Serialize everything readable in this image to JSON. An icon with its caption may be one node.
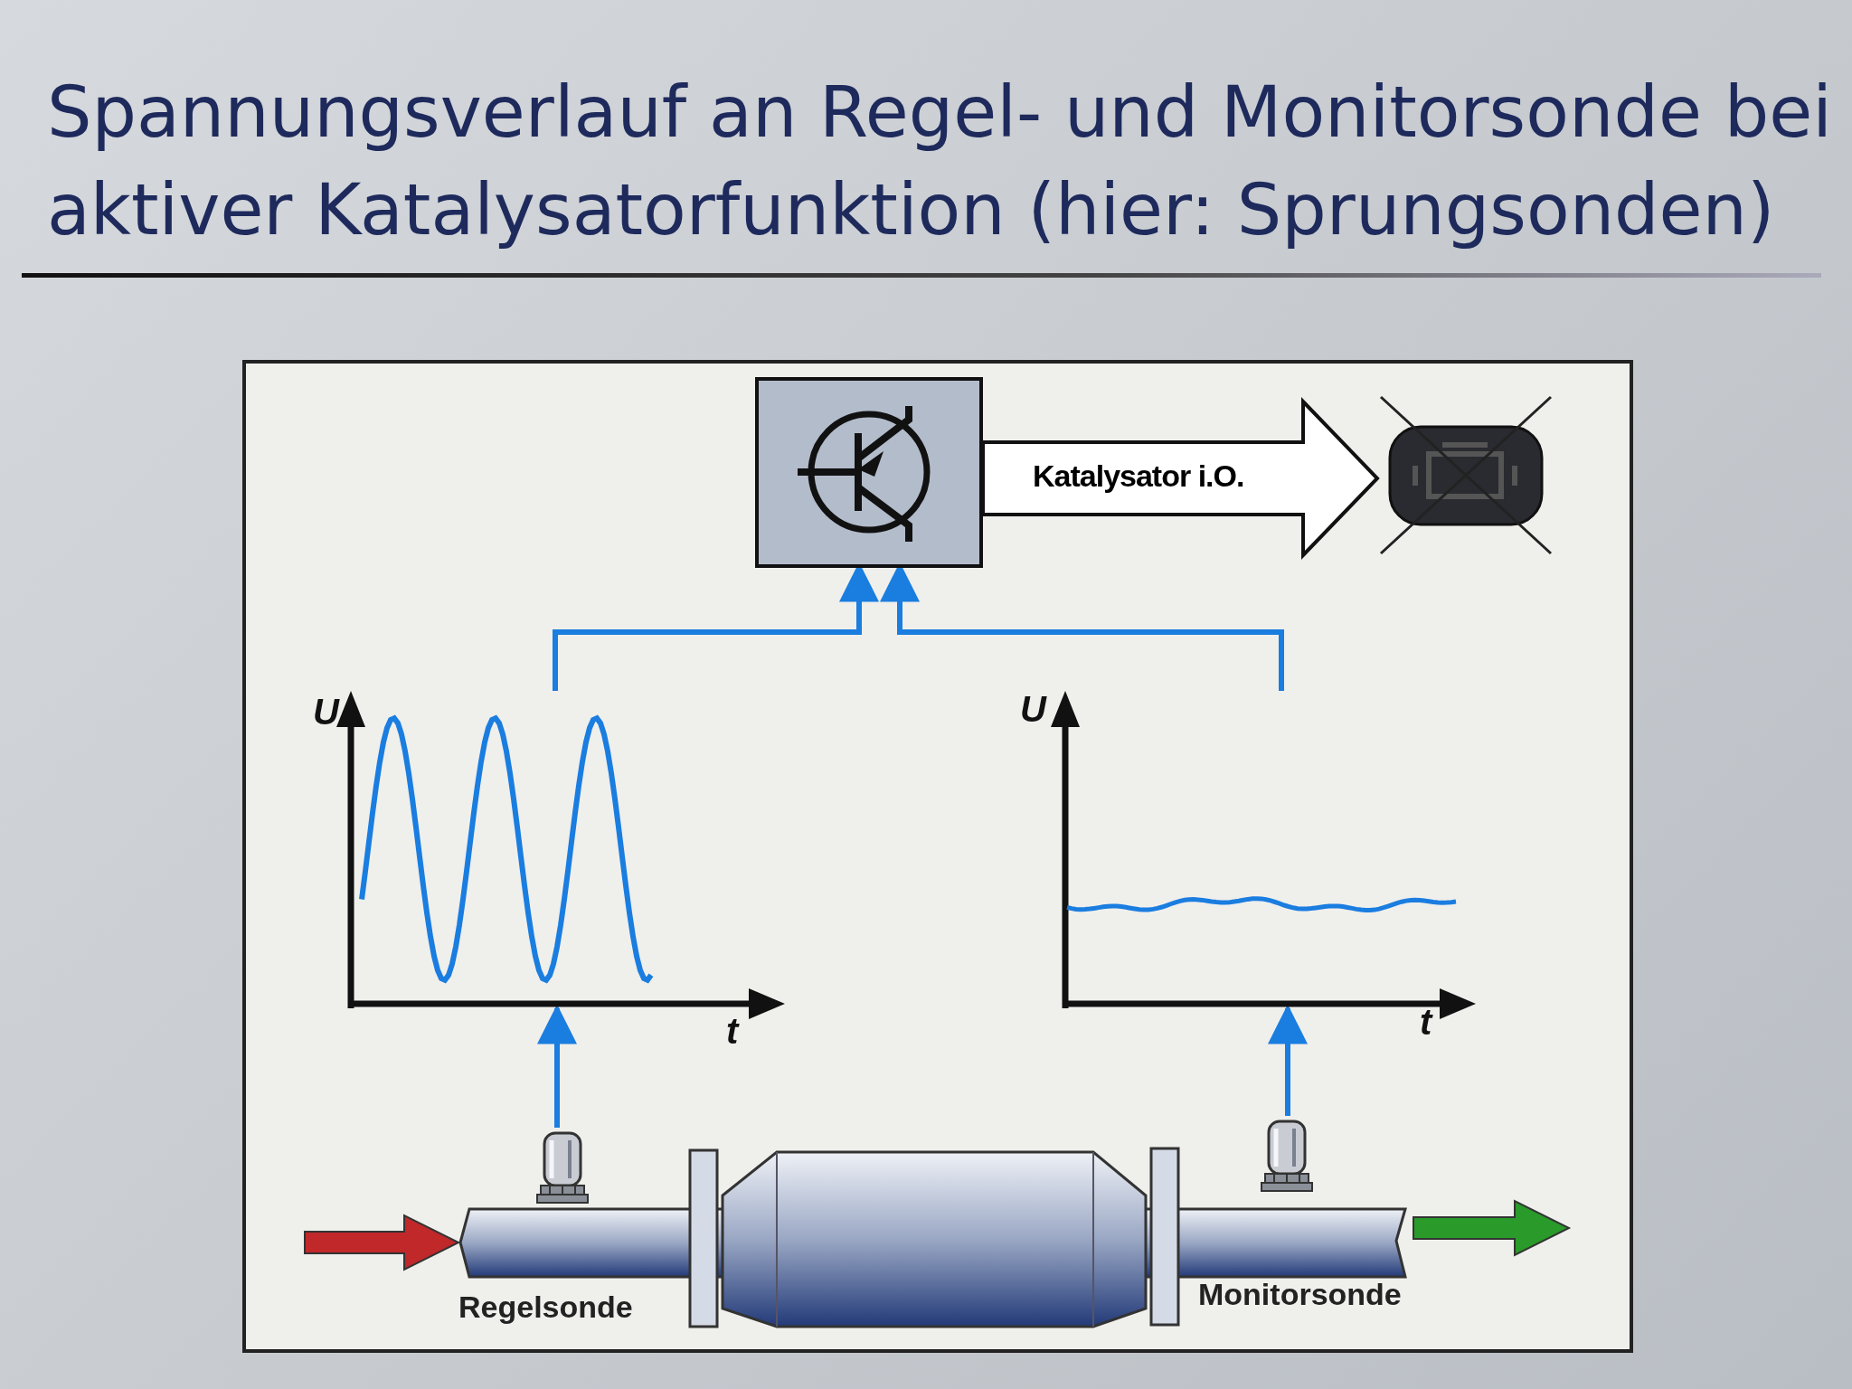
{
  "diagram": {
    "title": "Spannungsverlauf an Regel- und Monitorsonde bei aktiver Katalysatorfunktion (hier: Sprungsonden)",
    "nodes": [
      {
        "text": [],
        "shape": "picture"
      },
      {
        "text": [],
        "shape": "picture"
      },
      {
        "text": [],
        "shape": "picture",
        "beside": [
          "U",
          "t"
        ]
      },
      {
        "text": [],
        "shape": "picture",
        "beside": [
          "U",
          "t"
        ]
      },
      {
        "text": [],
        "shape": "picture"
      },
      {
        "text": [],
        "shape": "picture"
      },
      {
        "text": [],
        "shape": "picture"
      }
    ],
    "edges": [
      {
        "from": 4,
        "to": 2,
        "arrow": "to"
      },
      {
        "from": 5,
        "to": 3,
        "arrow": "to"
      },
      {
        "from": 2,
        "to": 0,
        "arrow": "to"
      },
      {
        "from": 3,
        "to": 0,
        "arrow": "to"
      },
      {
        "from": 0,
        "to": 1,
        "arrow": "to",
        "label": "Katalysator i.O.",
        "style": "thick",
        "color": "#111111"
      },
      {
        "from": null,
        "to": 6,
        "arrow": "to",
        "style": "thick",
        "color": "#c0282a"
      },
      {
        "from": 6,
        "to": null,
        "arrow": "to",
        "style": "thick",
        "color": "#2a9a2a"
      }
    ],
    "labels": [
      "Regelsonde",
      "Monitorsonde"
    ]
  }
}
